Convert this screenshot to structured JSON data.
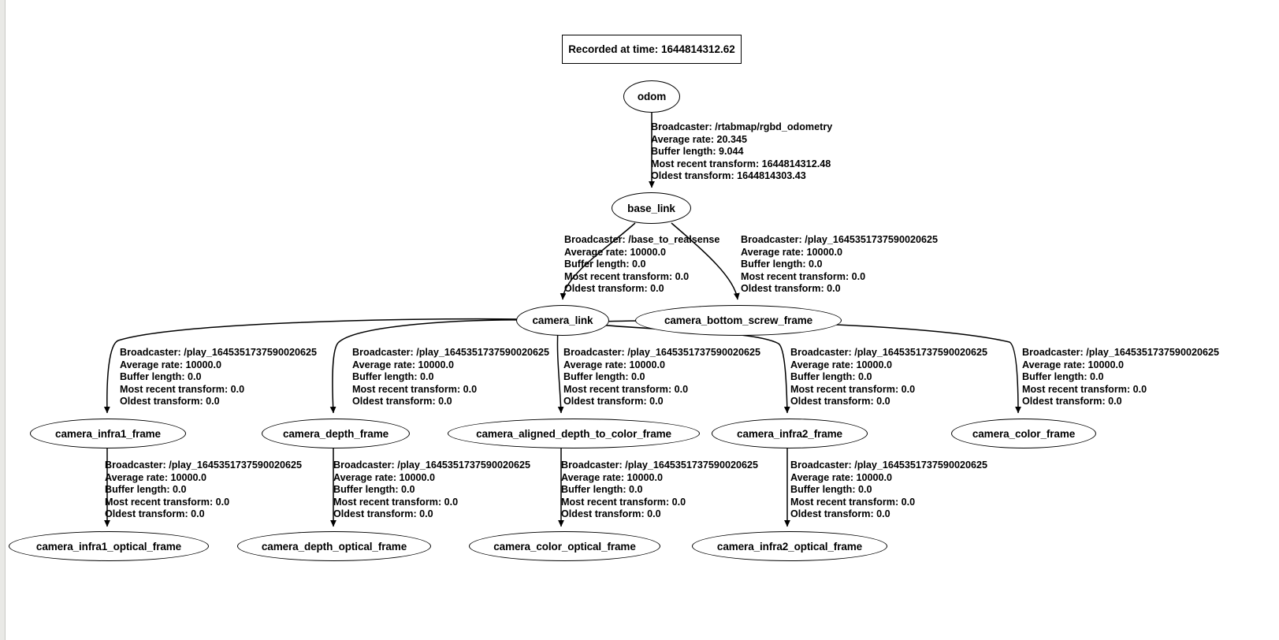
{
  "window": {
    "title": "tf tree",
    "background_color": "#ffffff",
    "foreground_color": "#000000"
  },
  "recorded": {
    "label": "Recorded at time: 1644814312.62",
    "time": "1644814312.62"
  },
  "nodes": [
    {
      "id": "odom",
      "label": "odom"
    },
    {
      "id": "base_link",
      "label": "base_link"
    },
    {
      "id": "camera_link",
      "label": "camera_link"
    },
    {
      "id": "camera_bottom_screw_frame",
      "label": "camera_bottom_screw_frame"
    },
    {
      "id": "camera_infra1_frame",
      "label": "camera_infra1_frame"
    },
    {
      "id": "camera_depth_frame",
      "label": "camera_depth_frame"
    },
    {
      "id": "camera_aligned_depth_to_color_frame",
      "label": "camera_aligned_depth_to_color_frame"
    },
    {
      "id": "camera_infra2_frame",
      "label": "camera_infra2_frame"
    },
    {
      "id": "camera_color_frame",
      "label": "camera_color_frame"
    },
    {
      "id": "camera_infra1_optical_frame",
      "label": "camera_infra1_optical_frame"
    },
    {
      "id": "camera_depth_optical_frame",
      "label": "camera_depth_optical_frame"
    },
    {
      "id": "camera_color_optical_frame",
      "label": "camera_color_optical_frame"
    },
    {
      "id": "camera_infra2_optical_frame",
      "label": "camera_infra2_optical_frame"
    }
  ],
  "edges": [
    {
      "id": "odom__base_link",
      "from": "odom",
      "to": "base_link",
      "broadcaster": "Broadcaster: /rtabmap/rgbd_odometry",
      "average_rate": "Average rate: 20.345",
      "buffer_length": "Buffer length: 9.044",
      "most_recent_transform": "Most recent transform: 1644814312.48",
      "oldest_transform": "Oldest transform: 1644814303.43"
    },
    {
      "id": "base_link__camera_link",
      "from": "base_link",
      "to": "camera_link",
      "broadcaster": "Broadcaster: /base_to_realsense",
      "average_rate": "Average rate: 10000.0",
      "buffer_length": "Buffer length: 0.0",
      "most_recent_transform": "Most recent transform: 0.0",
      "oldest_transform": "Oldest transform: 0.0"
    },
    {
      "id": "base_link__camera_bottom_screw_frame",
      "from": "base_link",
      "to": "camera_bottom_screw_frame",
      "broadcaster": "Broadcaster: /play_1645351737590020625",
      "average_rate": "Average rate: 10000.0",
      "buffer_length": "Buffer length: 0.0",
      "most_recent_transform": "Most recent transform: 0.0",
      "oldest_transform": "Oldest transform: 0.0"
    },
    {
      "id": "camera_link__camera_infra1_frame",
      "from": "camera_link",
      "to": "camera_infra1_frame",
      "broadcaster": "Broadcaster: /play_1645351737590020625",
      "average_rate": "Average rate: 10000.0",
      "buffer_length": "Buffer length: 0.0",
      "most_recent_transform": "Most recent transform: 0.0",
      "oldest_transform": "Oldest transform: 0.0"
    },
    {
      "id": "camera_link__camera_depth_frame",
      "from": "camera_link",
      "to": "camera_depth_frame",
      "broadcaster": "Broadcaster: /play_1645351737590020625",
      "average_rate": "Average rate: 10000.0",
      "buffer_length": "Buffer length: 0.0",
      "most_recent_transform": "Most recent transform: 0.0",
      "oldest_transform": "Oldest transform: 0.0"
    },
    {
      "id": "camera_link__camera_aligned_depth_to_color_frame",
      "from": "camera_link",
      "to": "camera_aligned_depth_to_color_frame",
      "broadcaster": "Broadcaster: /play_1645351737590020625",
      "average_rate": "Average rate: 10000.0",
      "buffer_length": "Buffer length: 0.0",
      "most_recent_transform": "Most recent transform: 0.0",
      "oldest_transform": "Oldest transform: 0.0"
    },
    {
      "id": "camera_link__camera_infra2_frame",
      "from": "camera_link",
      "to": "camera_infra2_frame",
      "broadcaster": "Broadcaster: /play_1645351737590020625",
      "average_rate": "Average rate: 10000.0",
      "buffer_length": "Buffer length: 0.0",
      "most_recent_transform": "Most recent transform: 0.0",
      "oldest_transform": "Oldest transform: 0.0"
    },
    {
      "id": "camera_link__camera_color_frame",
      "from": "camera_link",
      "to": "camera_color_frame",
      "broadcaster": "Broadcaster: /play_1645351737590020625",
      "average_rate": "Average rate: 10000.0",
      "buffer_length": "Buffer length: 0.0",
      "most_recent_transform": "Most recent transform: 0.0",
      "oldest_transform": "Oldest transform: 0.0"
    },
    {
      "id": "camera_infra1_frame__camera_infra1_optical_frame",
      "from": "camera_infra1_frame",
      "to": "camera_infra1_optical_frame",
      "broadcaster": "Broadcaster: /play_1645351737590020625",
      "average_rate": "Average rate: 10000.0",
      "buffer_length": "Buffer length: 0.0",
      "most_recent_transform": "Most recent transform: 0.0",
      "oldest_transform": "Oldest transform: 0.0"
    },
    {
      "id": "camera_depth_frame__camera_depth_optical_frame",
      "from": "camera_depth_frame",
      "to": "camera_depth_optical_frame",
      "broadcaster": "Broadcaster: /play_1645351737590020625",
      "average_rate": "Average rate: 10000.0",
      "buffer_length": "Buffer length: 0.0",
      "most_recent_transform": "Most recent transform: 0.0",
      "oldest_transform": "Oldest transform: 0.0"
    },
    {
      "id": "camera_color_frame__camera_color_optical_frame",
      "from": "camera_aligned_depth_to_color_frame",
      "to": "camera_color_optical_frame",
      "broadcaster": "Broadcaster: /play_1645351737590020625",
      "average_rate": "Average rate: 10000.0",
      "buffer_length": "Buffer length: 0.0",
      "most_recent_transform": "Most recent transform: 0.0",
      "oldest_transform": "Oldest transform: 0.0"
    },
    {
      "id": "camera_infra2_frame__camera_infra2_optical_frame",
      "from": "camera_infra2_frame",
      "to": "camera_infra2_optical_frame",
      "broadcaster": "Broadcaster: /play_1645351737590020625",
      "average_rate": "Average rate: 10000.0",
      "buffer_length": "Buffer length: 0.0",
      "most_recent_transform": "Most recent transform: 0.0",
      "oldest_transform": "Oldest transform: 0.0"
    }
  ]
}
